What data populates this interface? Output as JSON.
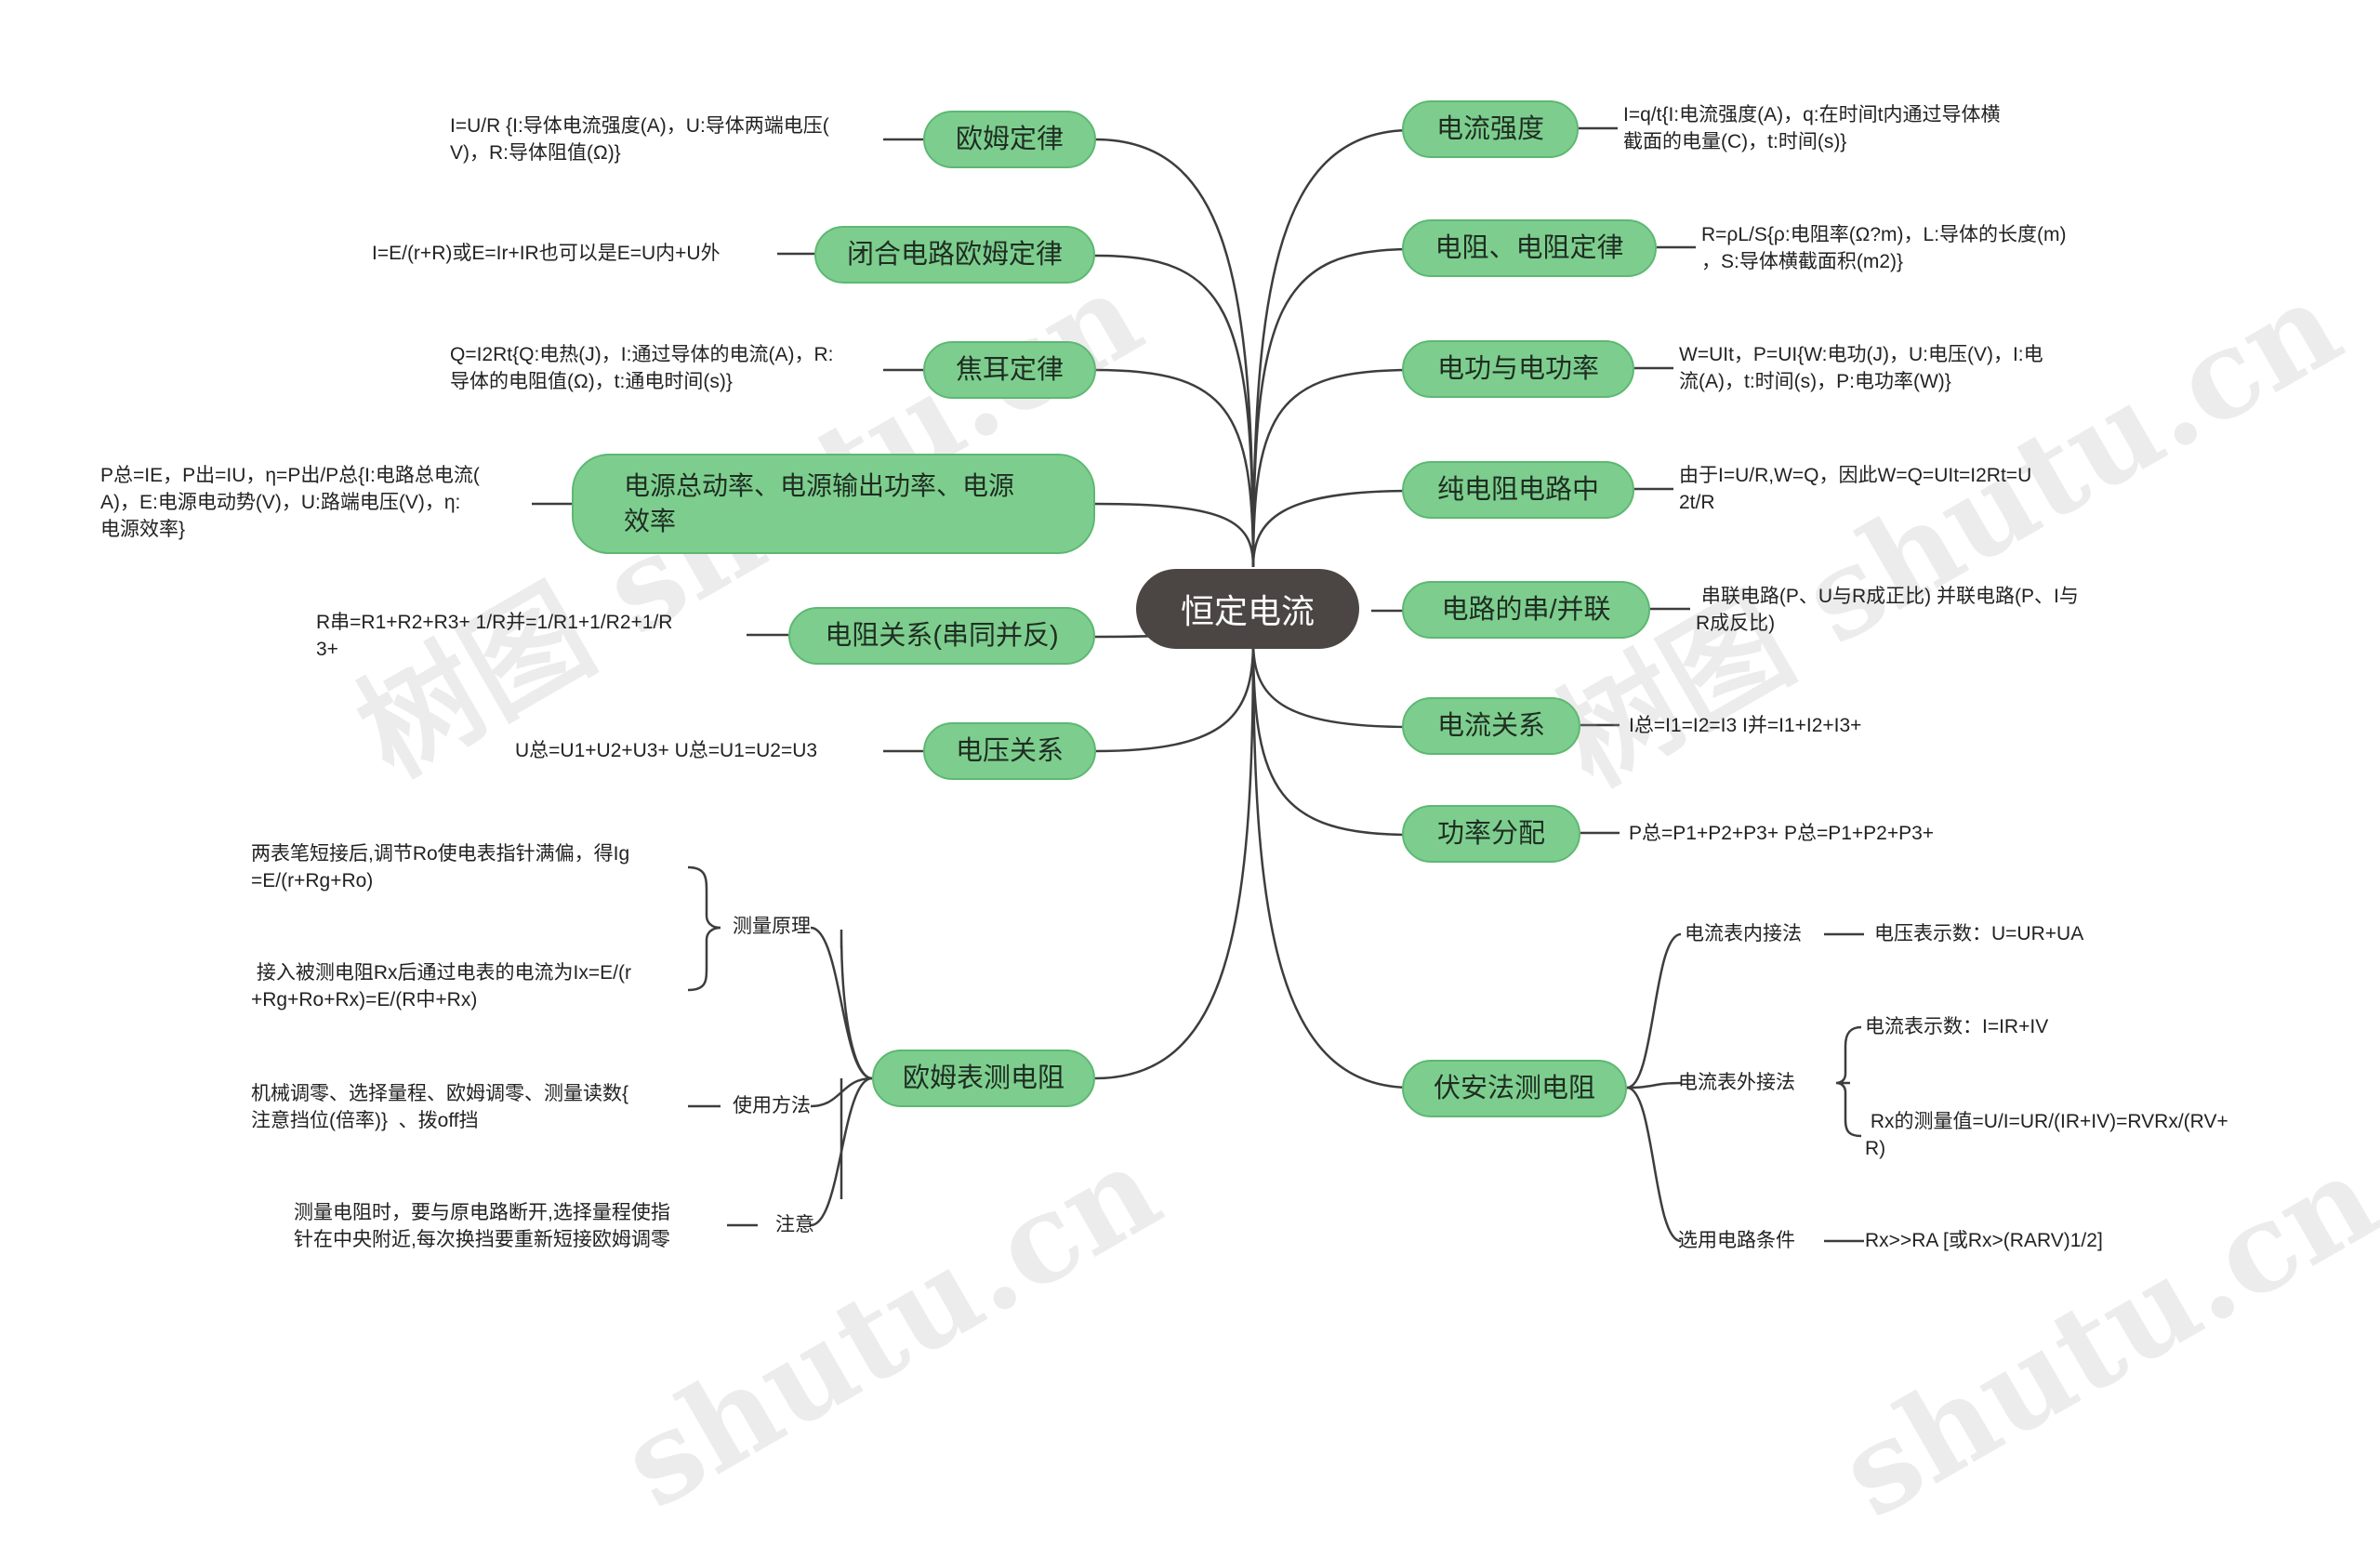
{
  "root": {
    "label": "恒定电流"
  },
  "left": [
    {
      "label": "欧姆定律",
      "detail": "I=U/R {I:导体电流强度(A)，U:导体两端电压(\nV)，R:导体阻值(Ω)}"
    },
    {
      "label": "闭合电路欧姆定律",
      "detail": "I=E/(r+R)或E=Ir+IR也可以是E=U内+U外"
    },
    {
      "label": "焦耳定律",
      "detail": "Q=I2Rt{Q:电热(J)，I:通过导体的电流(A)，R:\n导体的电阻值(Ω)，t:通电时间(s)}"
    },
    {
      "label": "电源总动率、电源输出功率、电源\n效率",
      "detail": "P总=IE，P出=IU，η=P出/P总{I:电路总电流(\nA)，E:电源电动势(V)，U:路端电压(V)，η:\n电源效率}"
    },
    {
      "label": "电阻关系(串同并反)",
      "detail": "R串=R1+R2+R3+ 1/R并=1/R1+1/R2+1/R\n3+"
    },
    {
      "label": "电压关系",
      "detail": "U总=U1+U2+U3+ U总=U1=U2=U3"
    }
  ],
  "ohmmeter": {
    "label": "欧姆表测电阻",
    "children": [
      {
        "label": "测量原理",
        "details": [
          "两表笔短接后,调节Ro使电表指针满偏，得Ig\n=E/(r+Rg+Ro)",
          " 接入被测电阻Rx后通过电表的电流为Ix=E/(r\n+Rg+Ro+Rx)=E/(R中+Rx)"
        ]
      },
      {
        "label": "使用方法",
        "details": [
          "机械调零、选择量程、欧姆调零、测量读数{\n注意挡位(倍率)}  、拨off挡"
        ]
      },
      {
        "label": "注意",
        "details": [
          "测量电阻时，要与原电路断开,选择量程使指\n针在中央附近,每次换挡要重新短接欧姆调零"
        ]
      }
    ]
  },
  "right": [
    {
      "label": "电流强度",
      "detail": "I=q/t{I:电流强度(A)，q:在时间t内通过导体横\n截面的电量(C)，t:时间(s)}"
    },
    {
      "label": "电阻、电阻定律",
      "detail": "R=ρL/S{ρ:电阻率(Ω?m)，L:导体的长度(m)\n，S:导体横截面积(m2)}"
    },
    {
      "label": "电功与电功率",
      "detail": "W=UIt，P=UI{W:电功(J)，U:电压(V)，I:电\n流(A)，t:时间(s)，P:电功率(W)}"
    },
    {
      "label": "纯电阻电路中",
      "detail": "由于I=U/R,W=Q，因此W=Q=UIt=I2Rt=U\n2t/R"
    },
    {
      "label": "电路的串/并联",
      "detail": " 串联电路(P、U与R成正比) 并联电路(P、I与\nR成反比)"
    },
    {
      "label": "电流关系",
      "detail": "I总=I1=I2=I3 I并=I1+I2+I3+"
    },
    {
      "label": "功率分配",
      "detail": "P总=P1+P2+P3+ P总=P1+P2+P3+"
    }
  ],
  "voltammeter": {
    "label": "伏安法测电阻",
    "children": [
      {
        "label": "电流表内接法",
        "details": [
          "电压表示数：U=UR+UA"
        ]
      },
      {
        "label": "电流表外接法",
        "details": [
          "电流表示数：I=IR+IV",
          " Rx的测量值=U/I=UR/(IR+IV)=RVRx/(RV+\nR)"
        ]
      },
      {
        "label": "选用电路条件",
        "details": [
          "Rx>>RA [或Rx>(RARV)1/2]"
        ]
      }
    ]
  },
  "watermarks": [
    "树图 shutu.cn",
    "树图 shutu.cn",
    "shutu.cn",
    "shutu.cn"
  ],
  "colors": {
    "node_fill": "#7dce8e",
    "node_border": "#5db872",
    "root_fill": "#4b4643",
    "line": "#3d3d3d"
  }
}
